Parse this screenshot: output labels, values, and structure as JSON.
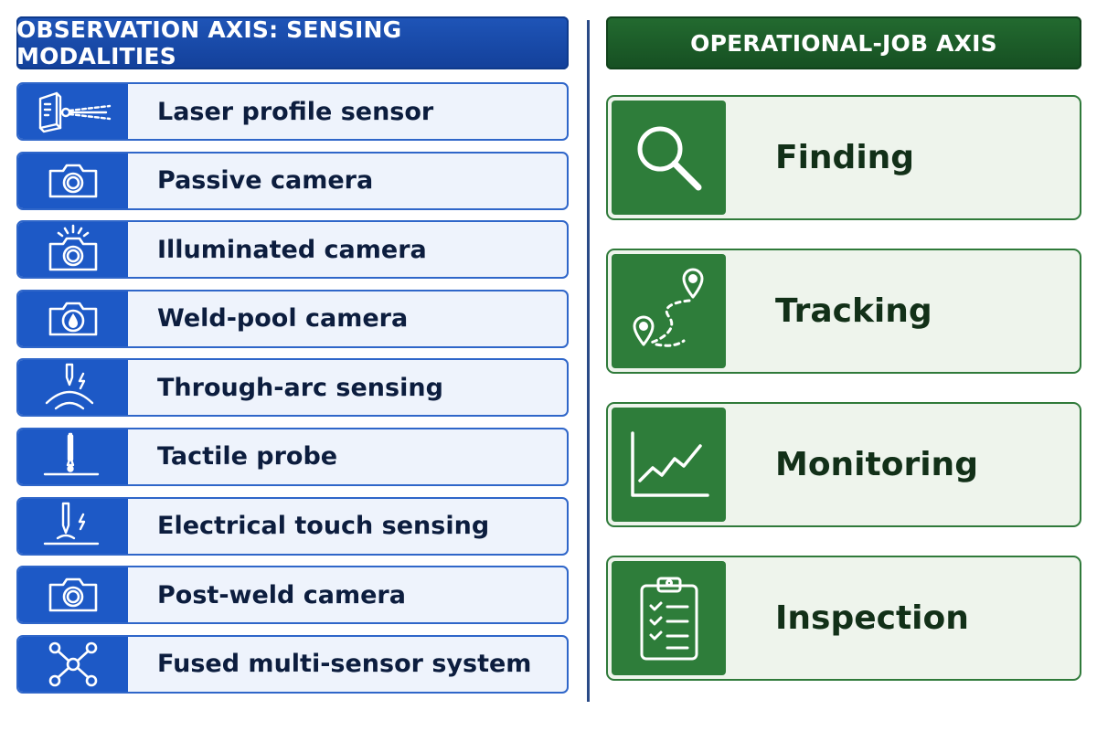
{
  "left_panel": {
    "title": "OBSERVATION AXIS: SENSING MODALITIES",
    "accent_color": "#1d59c6",
    "items": [
      {
        "label": "Laser profile sensor",
        "icon": "laser-sensor-icon"
      },
      {
        "label": "Passive camera",
        "icon": "camera-icon"
      },
      {
        "label": "Illuminated camera",
        "icon": "illuminated-camera-icon"
      },
      {
        "label": "Weld-pool camera",
        "icon": "weld-pool-camera-icon"
      },
      {
        "label": "Through-arc sensing",
        "icon": "torch-arc-icon"
      },
      {
        "label": "Tactile probe",
        "icon": "probe-icon"
      },
      {
        "label": "Electrical touch sensing",
        "icon": "torch-spark-icon"
      },
      {
        "label": "Post-weld camera",
        "icon": "camera-icon"
      },
      {
        "label": "Fused multi-sensor system",
        "icon": "network-nodes-icon"
      }
    ]
  },
  "right_panel": {
    "title": "OPERATIONAL-JOB AXIS",
    "accent_color": "#2e7d3a",
    "items": [
      {
        "label": "Finding",
        "icon": "magnifier-icon"
      },
      {
        "label": "Tracking",
        "icon": "route-pins-icon"
      },
      {
        "label": "Monitoring",
        "icon": "line-chart-icon"
      },
      {
        "label": "Inspection",
        "icon": "clipboard-checklist-icon"
      }
    ]
  }
}
